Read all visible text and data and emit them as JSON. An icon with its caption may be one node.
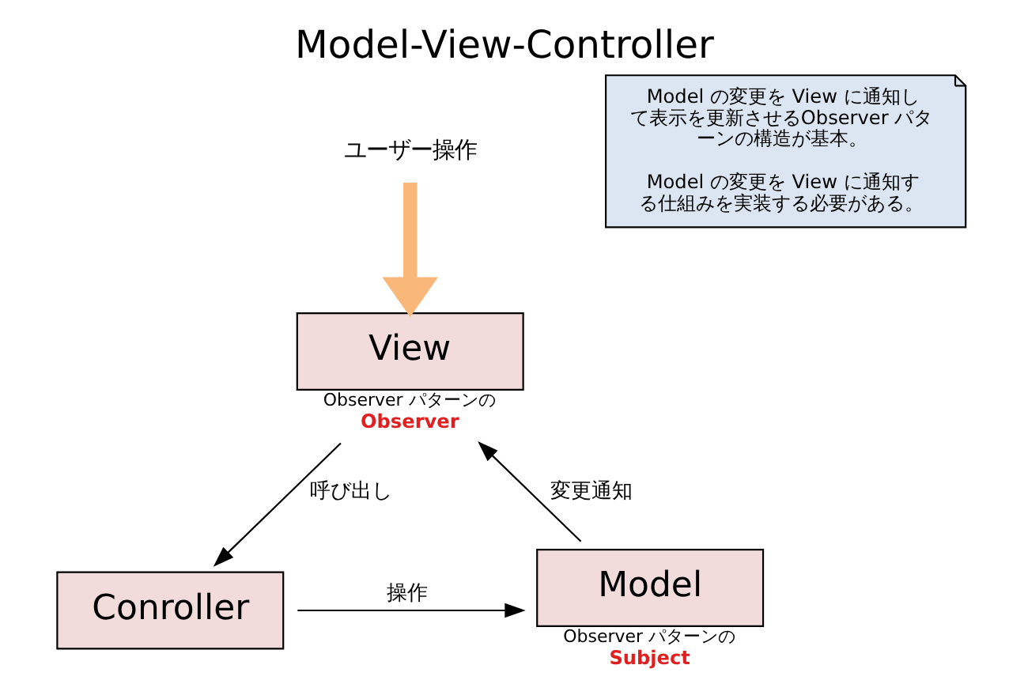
{
  "diagram": {
    "title": "Model-View-Controller",
    "nodes": [
      {
        "text": [
          "View"
        ],
        "beside": [
          "Observer パターンの",
          "Observer"
        ]
      },
      {
        "text": [
          "Conroller"
        ]
      },
      {
        "text": [
          "Model"
        ],
        "beside": [
          "Observer パターンの",
          "Subject"
        ]
      },
      {
        "text": [
          "ユーザー操作"
        ]
      },
      {
        "text": [
          "Model の変更を View に通知して表示を更新させるObserver パターンの構造が基本。",
          "Model の変更を View に通知する仕組みを実装する必要がある。"
        ]
      }
    ],
    "edges": [
      {
        "from": 3,
        "to": 0,
        "arrow": "to",
        "style": "thick",
        "color": "#f9b77a"
      },
      {
        "from": 0,
        "to": 1,
        "arrow": "to",
        "label": "呼び出し"
      },
      {
        "from": 1,
        "to": 2,
        "arrow": "to",
        "label": "操作"
      },
      {
        "from": 2,
        "to": 0,
        "arrow": "to",
        "label": "変更通知"
      }
    ]
  }
}
